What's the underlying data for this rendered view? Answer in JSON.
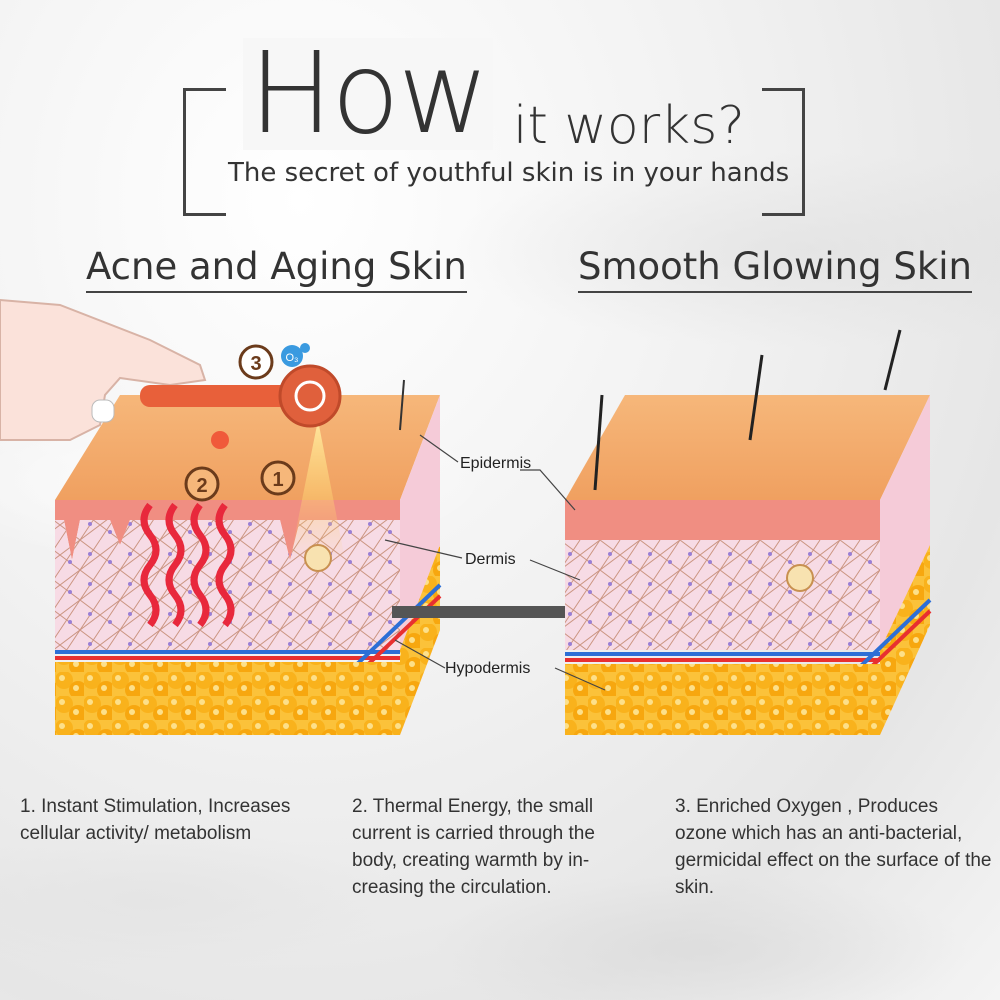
{
  "title": {
    "how": "How",
    "rest": "it works?",
    "subtitle": "The secret of youthful skin is in your hands"
  },
  "headings": {
    "left": "Acne and Aging Skin",
    "right": "Smooth Glowing Skin"
  },
  "badges": {
    "one": "1",
    "two": "2",
    "three": "3",
    "ozone": "O₃"
  },
  "layers": {
    "epidermis": "Epidermis",
    "dermis": "Dermis",
    "hypodermis": "Hypodermis"
  },
  "descriptions": [
    "1. Instant Stimulation, Increases cellular activity/ metabolism",
    "2. Thermal Energy, the small current is carried through the body, creating warmth by in-creasing the circulation.",
    "3. Enriched Oxygen , Produces ozone which has an anti-bacterial, germicidal effect on the surface of the skin."
  ],
  "colors": {
    "epidermis": "#f2a86a",
    "dermis": "#f6d3df",
    "fat": "#f9b21c",
    "heat": "#e8283c",
    "wand": "#e8603a"
  }
}
